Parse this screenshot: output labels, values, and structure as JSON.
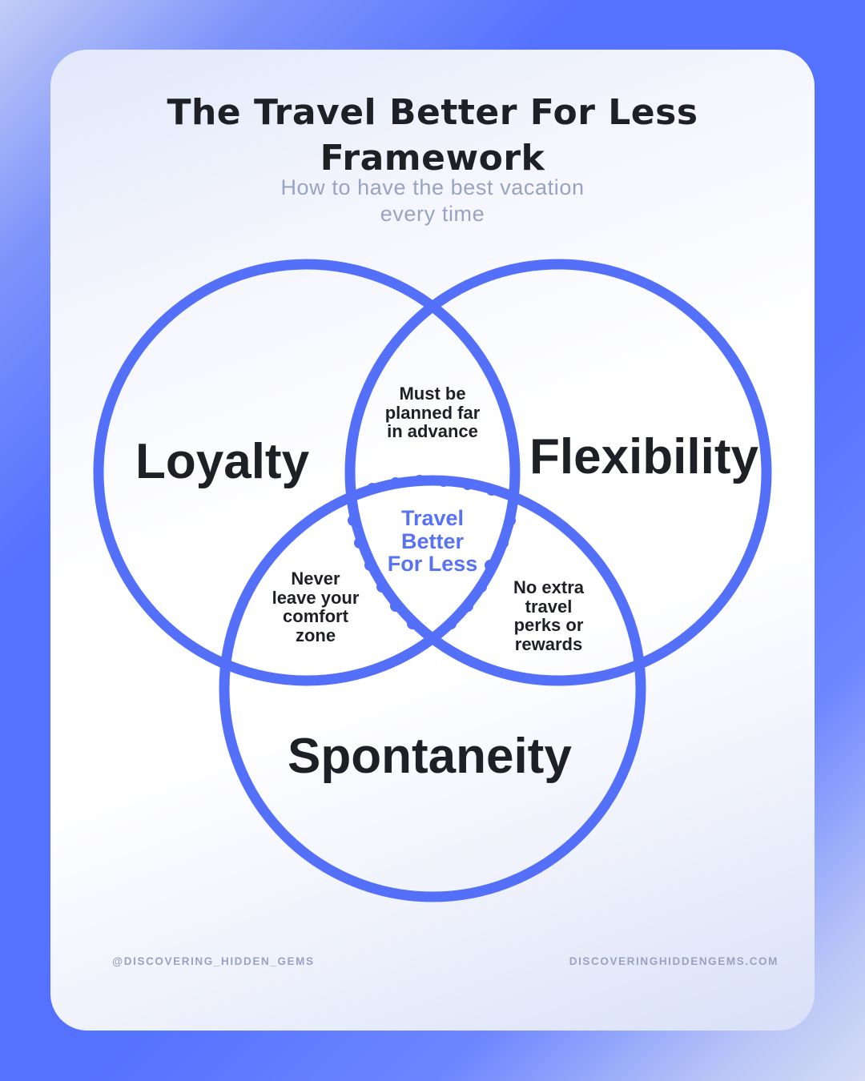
{
  "header": {
    "title_line1": "The Travel Better For Less",
    "title_line2": "Framework",
    "subtitle_line1": "How to have the best vacation",
    "subtitle_line2": "every time"
  },
  "venn": {
    "circles": [
      {
        "id": "loyalty",
        "label": "Loyalty"
      },
      {
        "id": "flexibility",
        "label": "Flexibility"
      },
      {
        "id": "spontaneity",
        "label": "Spontaneity"
      }
    ],
    "intersections": {
      "loyalty_flexibility": [
        "Must be",
        "planned far",
        "in advance"
      ],
      "loyalty_spontaneity": [
        "Never",
        "leave your",
        "comfort",
        "zone"
      ],
      "flexibility_spontaneity": [
        "No extra",
        "travel",
        "perks or",
        "rewards"
      ],
      "center": [
        "Travel",
        "Better",
        "For Less"
      ]
    },
    "colors": {
      "stroke": "#5570F8",
      "center_text": "#5872F5",
      "label_text": "#1E2025"
    }
  },
  "footer": {
    "handle": "@DISCOVERING_HIDDEN_GEMS",
    "website": "DISCOVERINGHIDDENGEMS.COM"
  }
}
